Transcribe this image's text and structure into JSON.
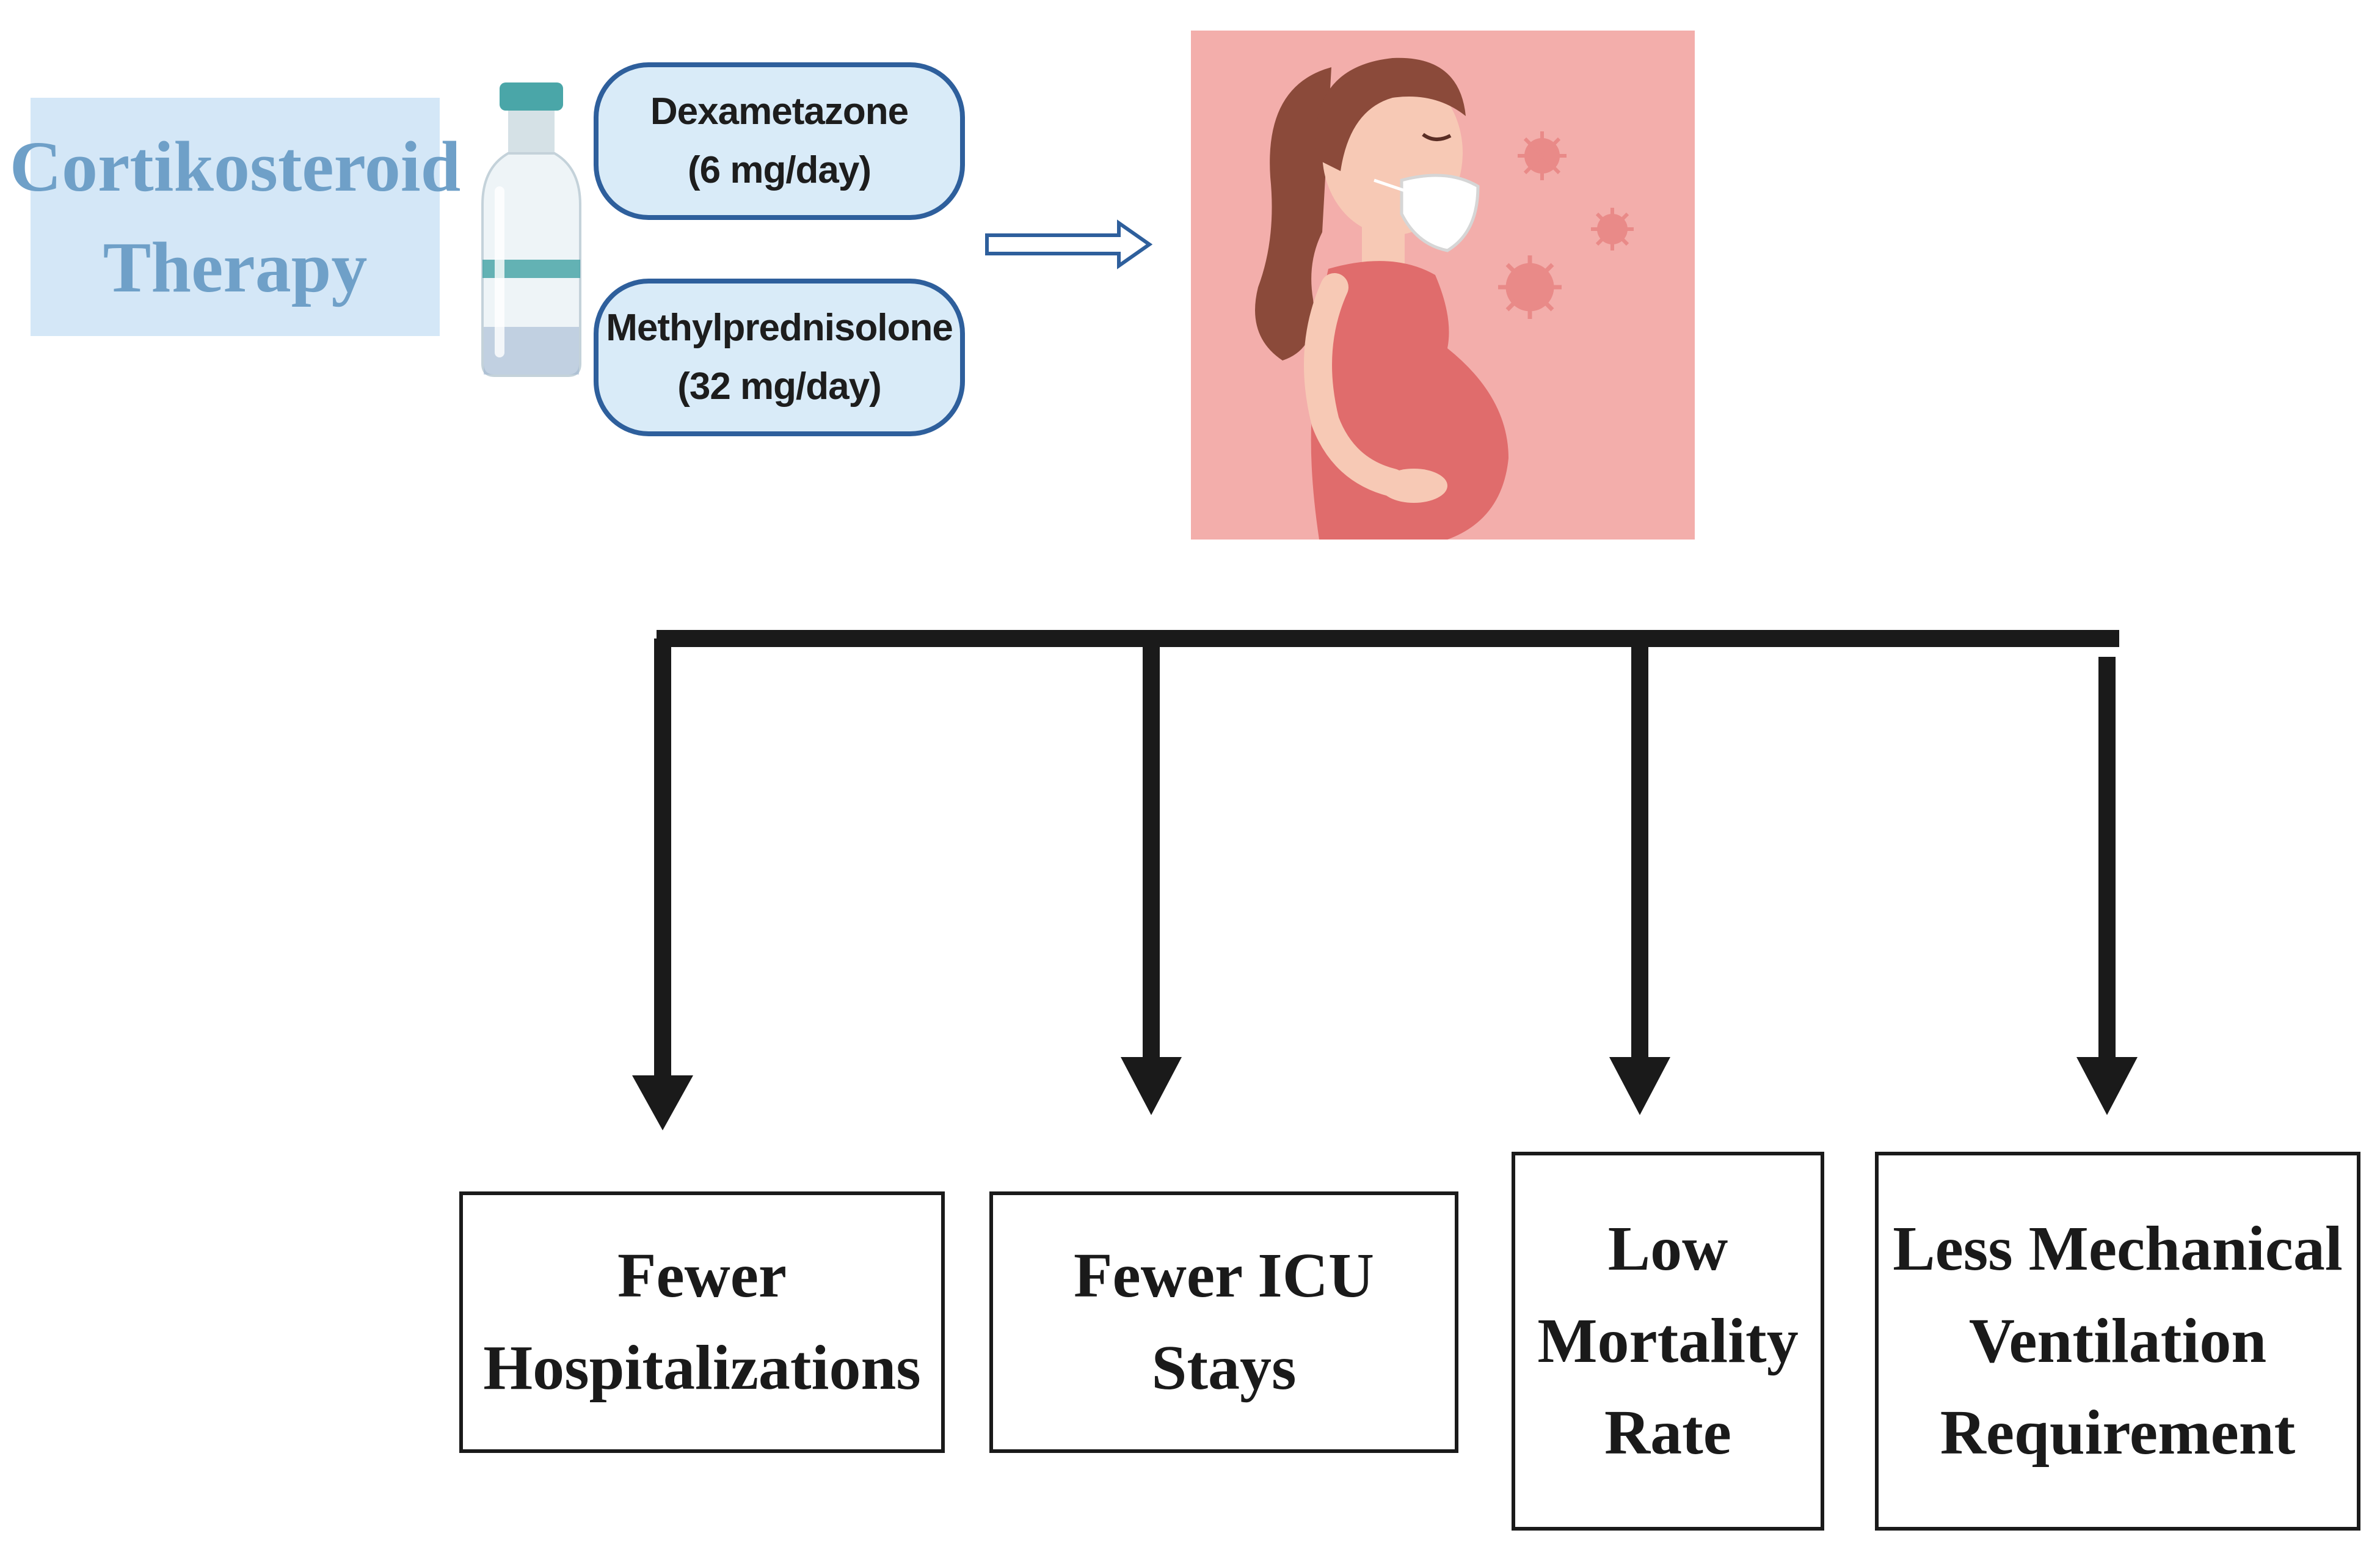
{
  "therapy": {
    "line1": "Cortikosteroid",
    "line2": "Therapy"
  },
  "drugs": [
    {
      "name": "Dexametazone",
      "dose": "(6 mg/day)"
    },
    {
      "name": "Methylprednisolone",
      "dose": "(32 mg/day)"
    }
  ],
  "illustration": {
    "subject": "pregnant-woman-with-face-mask",
    "virus_icons": 3
  },
  "outcomes": [
    {
      "lines": [
        "Fewer",
        "Hospitalizations"
      ]
    },
    {
      "lines": [
        "Fewer ICU",
        "Stays"
      ]
    },
    {
      "lines": [
        "Low",
        "Mortality",
        "Rate"
      ]
    },
    {
      "lines": [
        "Less Mechanical",
        "Ventilation",
        "Requirement"
      ]
    }
  ],
  "colors": {
    "therapy_bg": "#d4e7f7",
    "therapy_text": "#6fa0c8",
    "pill_border": "#2e5f9c",
    "pill_fill": "#d9ebf8",
    "panel_bg": "#f3aeab",
    "arrow": "#1a1a1a"
  }
}
